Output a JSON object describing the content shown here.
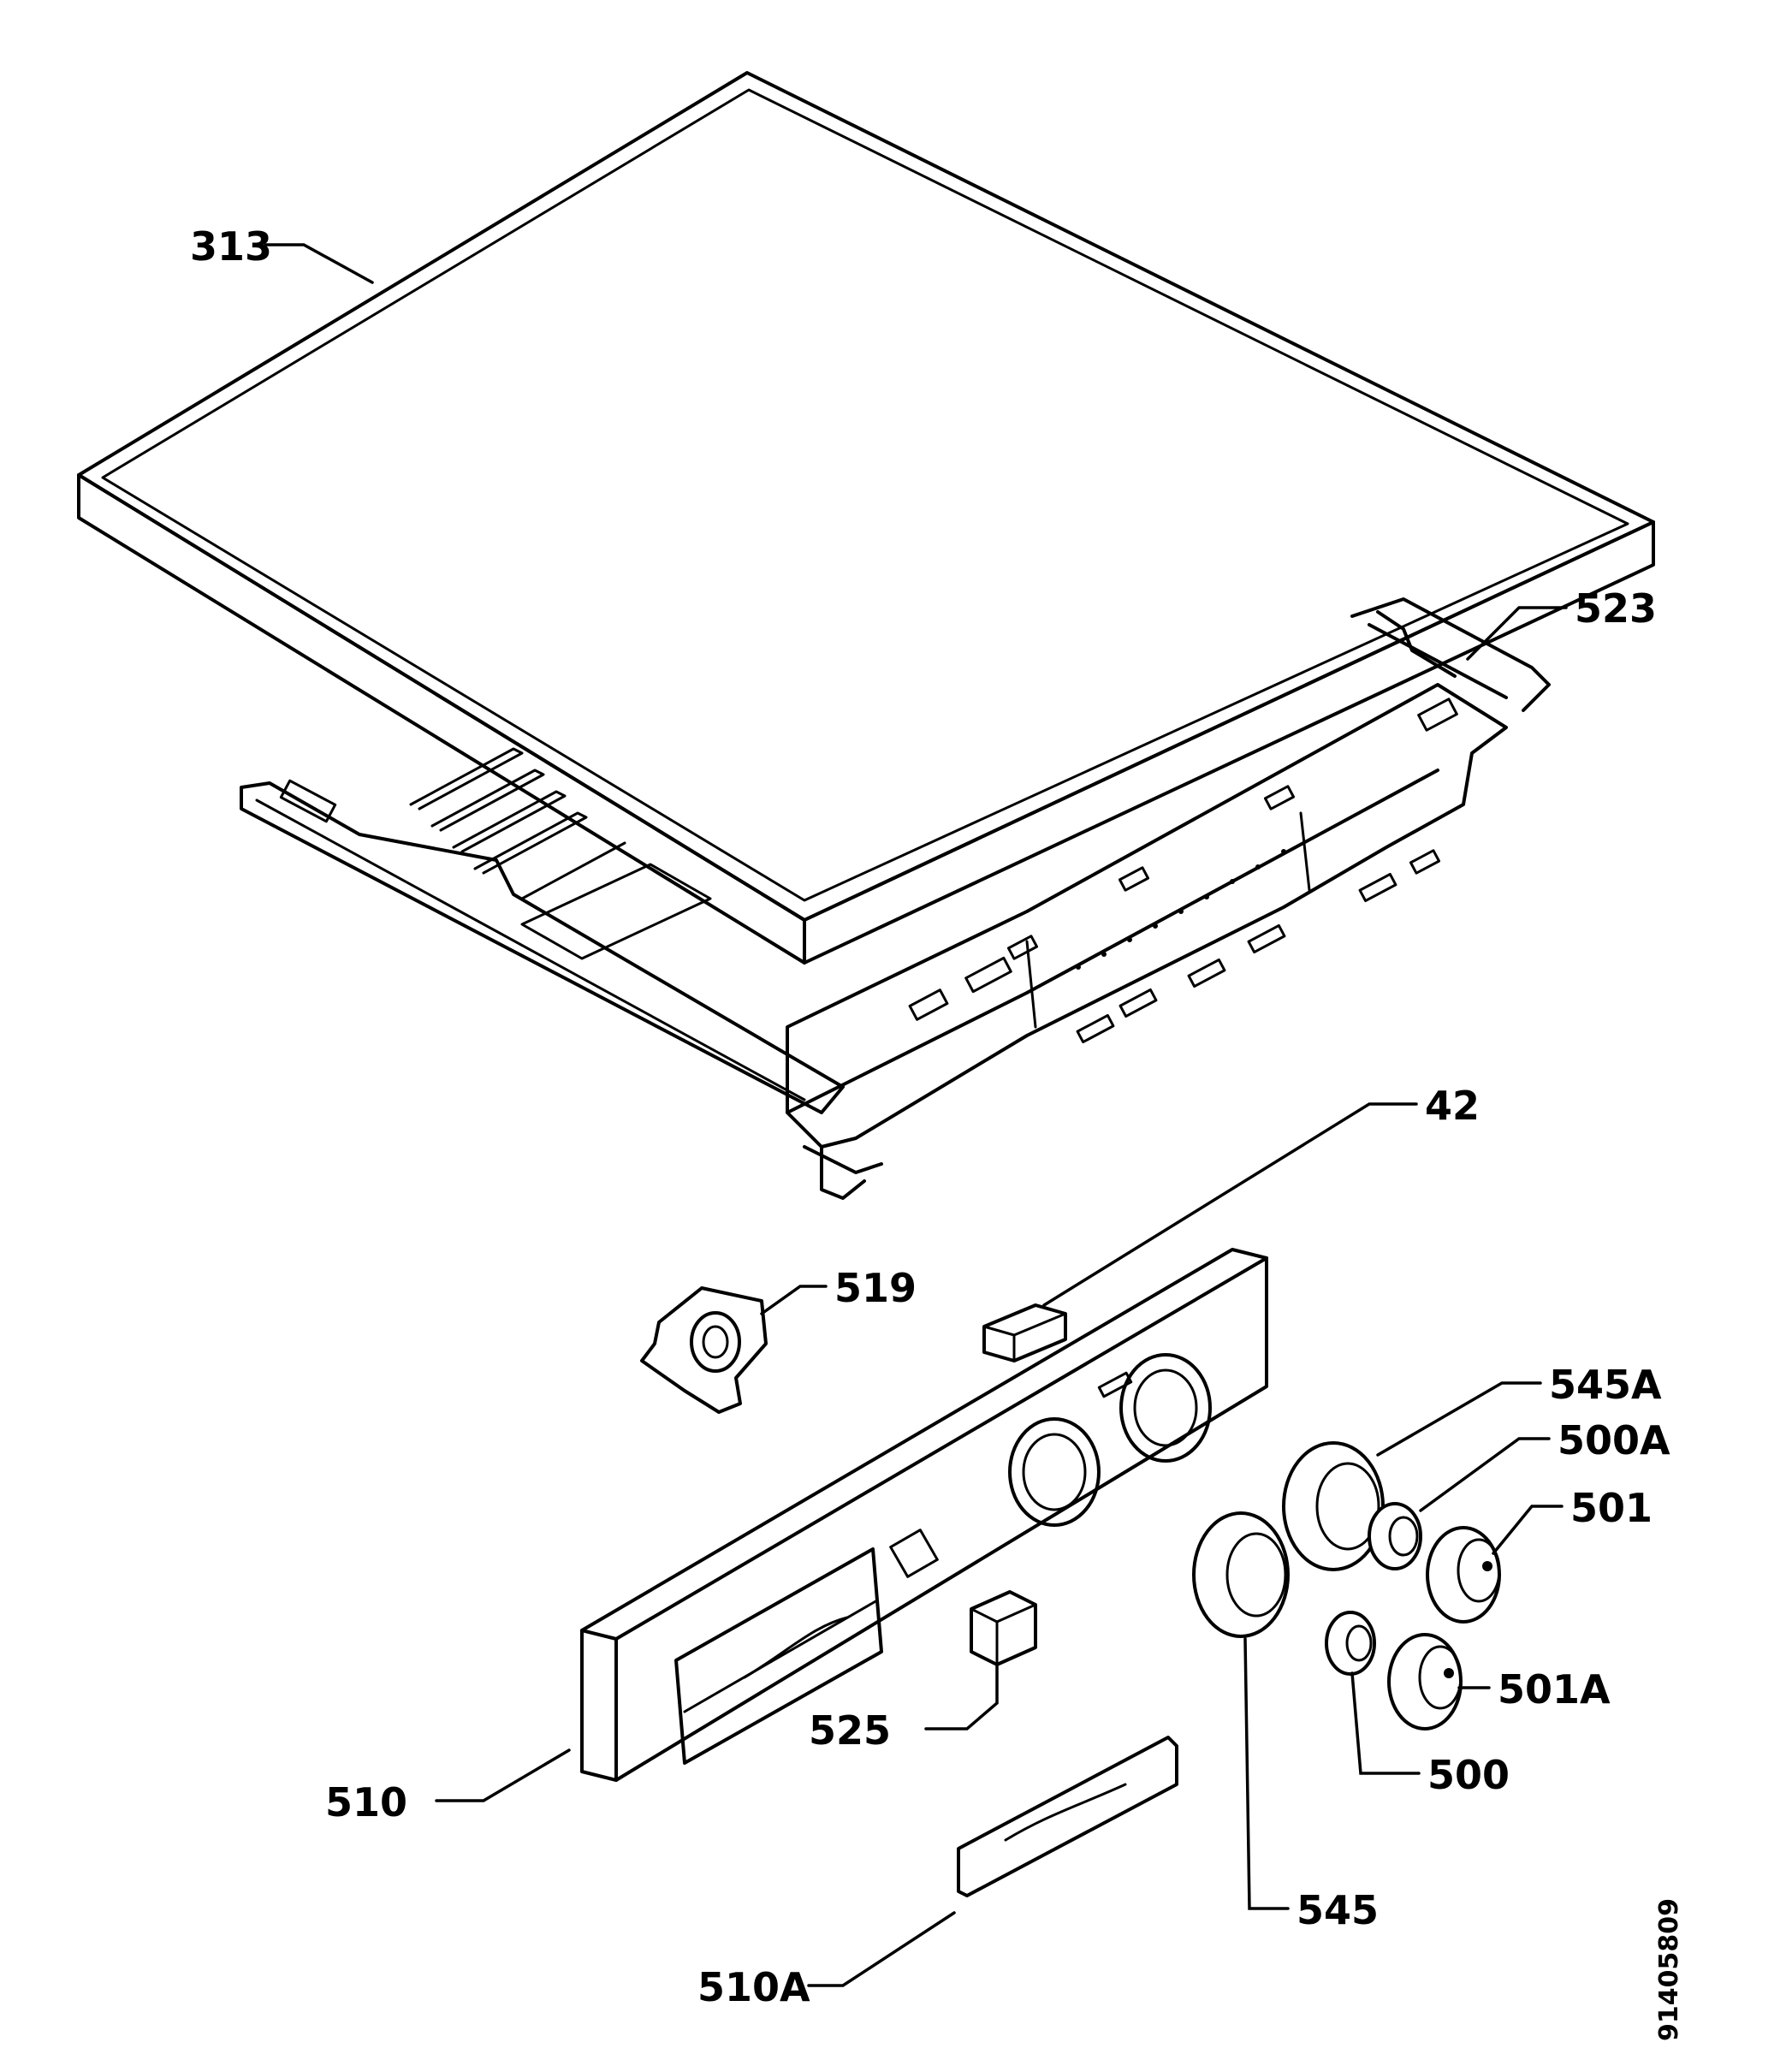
{
  "labels": {
    "p313": "313",
    "p523": "523",
    "p42": "42",
    "p519": "519",
    "p545a": "545A",
    "p500a": "500A",
    "p501": "501",
    "p501a": "501A",
    "p500": "500",
    "p545": "545",
    "p525": "525",
    "p510": "510",
    "p510a": "510A"
  },
  "drawing_number": "91405809"
}
